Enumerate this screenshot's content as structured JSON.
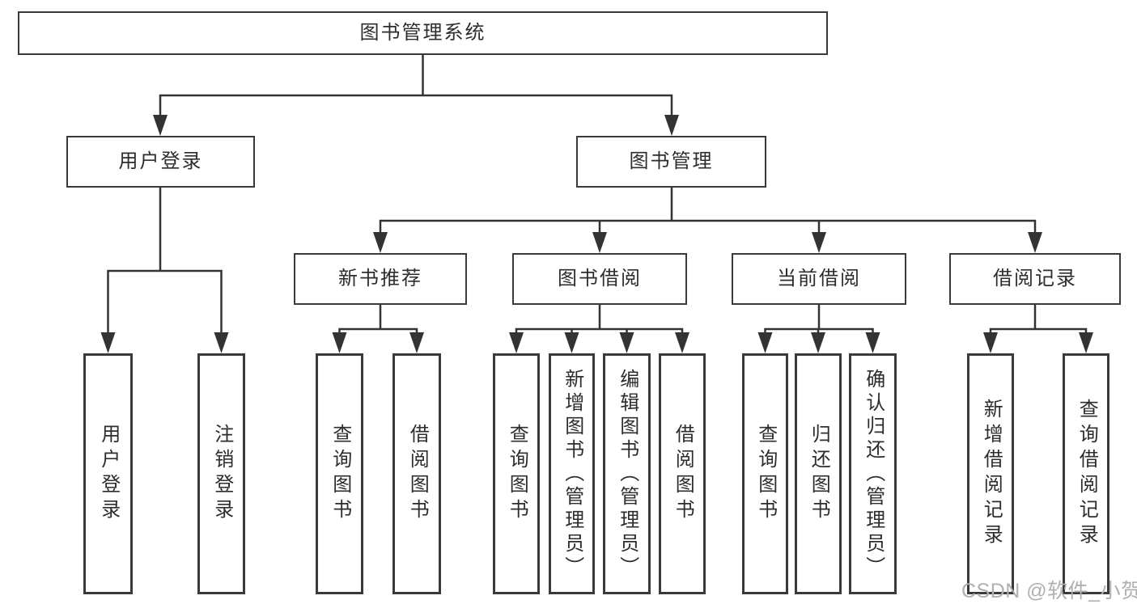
{
  "diagram_title": "图书管理系统",
  "nodes": {
    "root": {
      "label": "图书管理系统"
    },
    "user_login": {
      "label": "用户登录"
    },
    "book_mgmt": {
      "label": "图书管理"
    },
    "new_book_rec": {
      "label": "新书推荐"
    },
    "book_borrow": {
      "label": "图书借阅"
    },
    "current_borrow": {
      "label": "当前借阅"
    },
    "borrow_records": {
      "label": "借阅记录"
    },
    "user_login_children": [
      {
        "label": "用户登录"
      },
      {
        "label": "注销登录"
      }
    ],
    "new_book_children": [
      {
        "label": "查询图书"
      },
      {
        "label": "借阅图书"
      }
    ],
    "book_borrow_children": [
      {
        "label": "查询图书"
      },
      {
        "label": "新增图书（管理员）"
      },
      {
        "label": "编辑图书（管理员）"
      },
      {
        "label": "借阅图书"
      }
    ],
    "current_borrow_children": [
      {
        "label": "查询图书"
      },
      {
        "label": "归还图书"
      },
      {
        "label": "确认归还（管理员）"
      }
    ],
    "borrow_records_children": [
      {
        "label": "新增借阅记录"
      },
      {
        "label": "查询借阅记录"
      }
    ]
  },
  "watermark": {
    "text": "CSDN @软件_小贺同学"
  },
  "colors": {
    "line": "#333333",
    "box_border": "#3a3a3a",
    "text": "#2d2d2d",
    "watermark": "#b0b0b0",
    "background": "#ffffff"
  }
}
